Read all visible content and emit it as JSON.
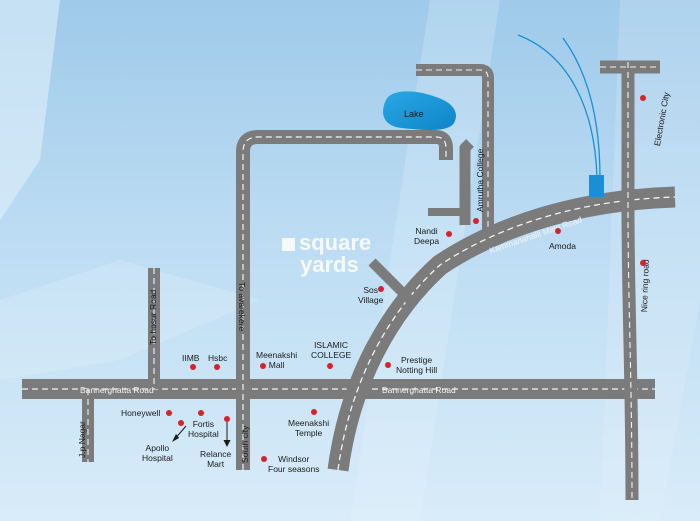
{
  "map": {
    "roads": {
      "bannerghatta_road_left": "Bannerghatta Road",
      "bannerghatta_road_right": "Bannerghatta Road",
      "kammanahalli_main_road": "Kammanahalli Main Road",
      "amrutha_college": "Amrutha College",
      "tavarekere": "To avarekere",
      "tohosur_road": "To hosur Road",
      "jp_nagar": "J.p Nagar",
      "south_city": "South city",
      "electronic_city": "Electronic City",
      "nice_ring_road": "Nice ring road"
    },
    "places": {
      "lake": "Lake",
      "nandi_deepa": "Nandi\nDeepa",
      "amoda": "Amoda",
      "sos_village": "Sos\nVillage",
      "iimb": "IIMB",
      "hsbc": "Hsbc",
      "meenakshi_mall": "Meenakshi\nMall",
      "islamic_college": "ISLAMIC\nCOLLEGE",
      "prestige_notting_hill": "Prestige\nNotting Hill",
      "honeywell": "Honeywell",
      "fortis_hospital": "Fortis\nHospital",
      "apollo_hospital": "Apollo\nHospital",
      "relance_mart": "Relance\nMart",
      "meenakshi_temple": "Meenakshi\nTemple",
      "windsor_four_seasons": "Windsor\nFour seasons"
    },
    "watermark": {
      "line1": "square",
      "line2": "yards"
    },
    "colors": {
      "road": "#7b7b7b",
      "road_edge": "#f4f4f4",
      "lake": "#1594d6",
      "marker": "#d6232a",
      "tower": "#1a8fd6"
    }
  }
}
